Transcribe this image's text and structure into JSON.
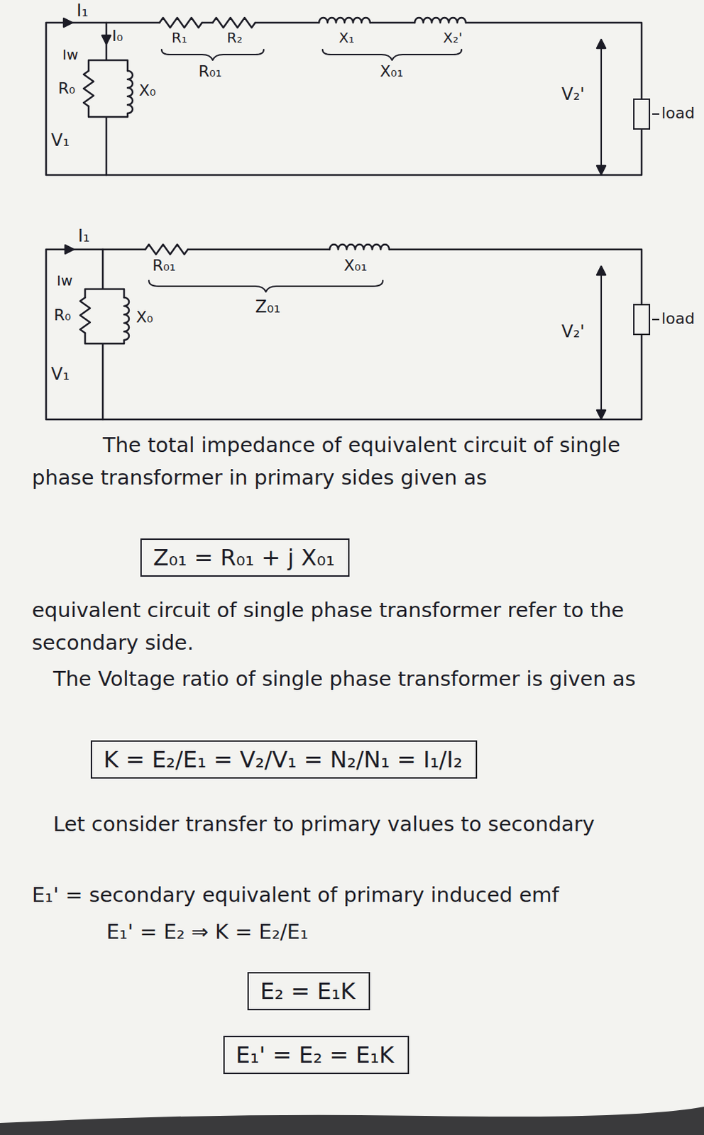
{
  "diagram": {
    "nodes": [
      {
        "text": [
          "load"
        ]
      },
      {
        "text": [
          "load"
        ]
      },
      {
        "text": [
          "Z₀₁ = R₀₁ + j X₀₁"
        ]
      },
      {
        "text": [
          "K = E₂/E₁ = V₂/V₁ = N₂/N₁ = I₁/I₂"
        ]
      },
      {
        "text": [
          "E₂ = E₁K"
        ]
      },
      {
        "text": [
          "E₁' = E₂ = E₁K"
        ]
      }
    ],
    "labels": [
      "I₁",
      "I₀",
      "R₁",
      "R₂",
      "X₁",
      "X₂'",
      "R₀₁",
      "X₀₁",
      "Iw",
      "R₀",
      "X₀",
      "V₁",
      "V₂'",
      "I₁",
      "R₀₁",
      "X₀₁",
      "Z₀₁",
      "Iw",
      "R₀",
      "X₀",
      "V₁",
      "V₂'",
      "The total impedance of equivalent circuit of single phase transformer in primary sides given as",
      "equivalent circuit of single phase transformer refer to the secondary side.",
      "The Voltage ratio of single phase transformer is given as",
      "Let consider transfer to primary values to secondary",
      "E₁' = secondary equivalent of primary induced emf",
      "E₁' = E₂ ⇒ K = E₂/E₁"
    ]
  }
}
